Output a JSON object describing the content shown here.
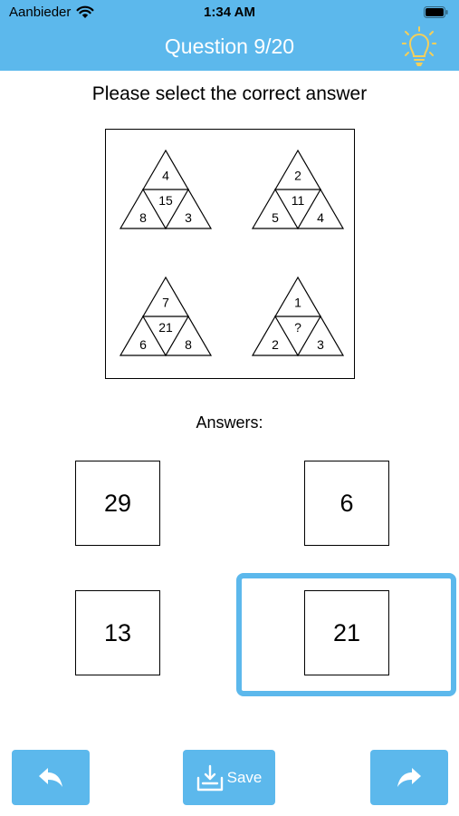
{
  "status_bar": {
    "carrier": "Aanbieder",
    "time": "1:34 AM"
  },
  "header": {
    "title": "Question 9/20"
  },
  "prompt": "Please select the correct answer",
  "puzzle": {
    "triangles": [
      {
        "top": "4",
        "center": "15",
        "left": "8",
        "right": "3"
      },
      {
        "top": "2",
        "center": "11",
        "left": "5",
        "right": "4"
      },
      {
        "top": "7",
        "center": "21",
        "left": "6",
        "right": "8"
      },
      {
        "top": "1",
        "center": "?",
        "left": "2",
        "right": "3"
      }
    ]
  },
  "answers": {
    "label": "Answers:",
    "options": [
      "29",
      "6",
      "13",
      "21"
    ],
    "selected_index": 3
  },
  "toolbar": {
    "back_icon": "back-arrow-icon",
    "save_label": "Save",
    "save_icon": "save-tray-icon",
    "forward_icon": "forward-arrow-icon"
  },
  "colors": {
    "accent": "#5cb8ec",
    "hint": "#f4cf5a"
  }
}
